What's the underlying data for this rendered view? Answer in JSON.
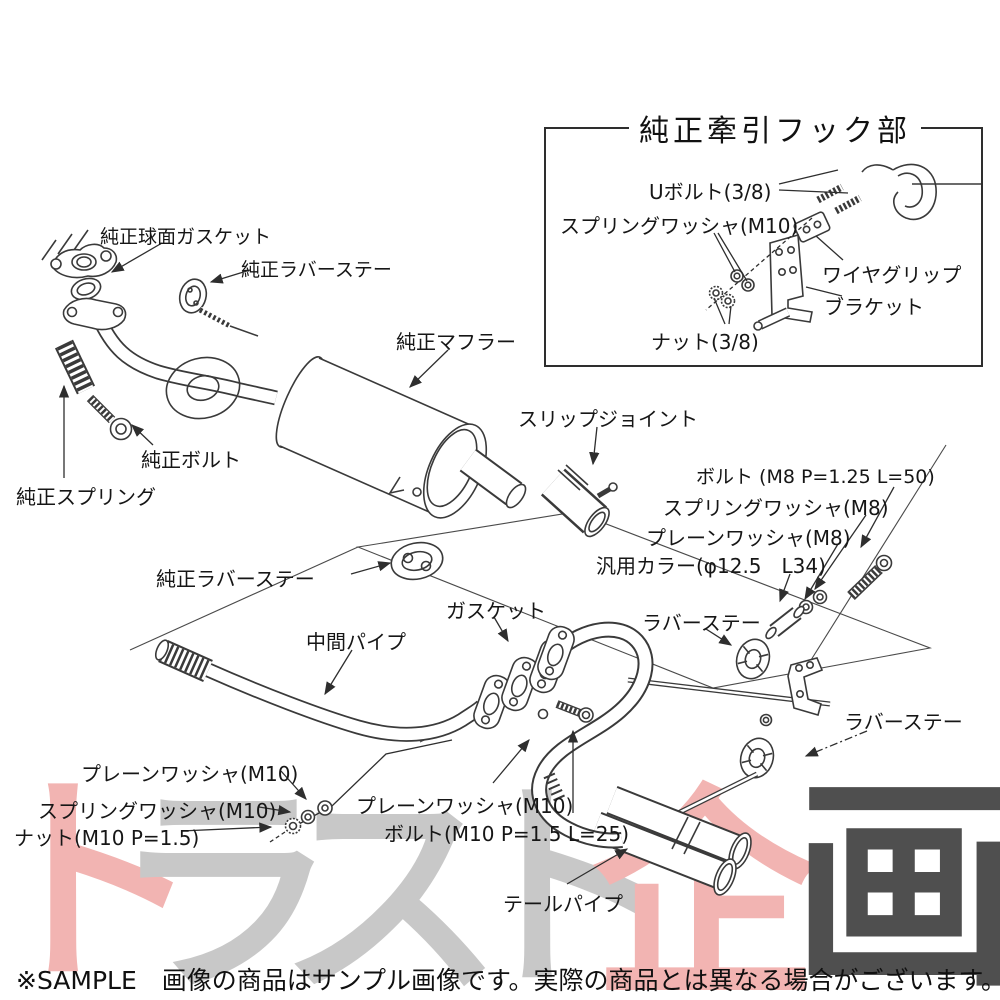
{
  "colors": {
    "background": "#ffffff",
    "line": "#3a3a3a",
    "label_text": "#161616",
    "watermark_pink": "#f2b4b2",
    "watermark_gray": "#c8c8c8",
    "watermark_dark": "#4f4f4f"
  },
  "inset": {
    "title": "純正牽引フック部",
    "labels": {
      "u_bolt": "Uボルト(3/8)",
      "spring_washer": "スプリングワッシャ(M10)",
      "wire_grip": "ワイヤグリップ",
      "bracket": "ブラケット",
      "nut": "ナット(3/8)"
    }
  },
  "stock": {
    "spherical_gasket": "純正球面ガスケット",
    "rubber_stay_upper": "純正ラバーステー",
    "muffler": "純正マフラー",
    "slip_joint": "スリップジョイント",
    "bolt": "純正ボルト",
    "spring": "純正スプリング",
    "rubber_stay_lower": "純正ラバーステー"
  },
  "kit": {
    "gasket": "ガスケット",
    "mid_pipe": "中間パイプ",
    "bolt_m8": "ボルト (M8 P=1.25 L=50)",
    "spring_washer_m8": "スプリングワッシャ(M8)",
    "plain_washer_m8": "プレーンワッシャ(M8)",
    "collar": "汎用カラー(φ12.5　L34)",
    "rubber_stay_upper": "ラバーステー",
    "rubber_stay_lower": "ラバーステー",
    "plain_washer_m10_left": "プレーンワッシャ(M10)",
    "spring_washer_m10_left": "スプリングワッシャ(M10)",
    "nut_m10": "ナット(M10 P=1.5)",
    "plain_washer_m10_center": "プレーンワッシャ(M10)",
    "bolt_m10": "ボルト(M10 P=1.5 L=25)",
    "tail_pipe": "テールパイプ"
  },
  "watermark": {
    "text": "トラスト企画",
    "chars": [
      {
        "char": "ト",
        "color": "#f2b4b2"
      },
      {
        "char": "ラ",
        "color": "#c8c8c8"
      },
      {
        "char": "ス",
        "color": "#c8c8c8"
      },
      {
        "char": "ト",
        "color": "#c8c8c8"
      },
      {
        "char": "企",
        "color": "#f2b4b2"
      },
      {
        "char": "画",
        "color": "#4f4f4f"
      }
    ]
  },
  "footer": {
    "note": "※SAMPLE　画像の商品はサンプル画像です。実際の商品とは異なる場合がございます。"
  }
}
